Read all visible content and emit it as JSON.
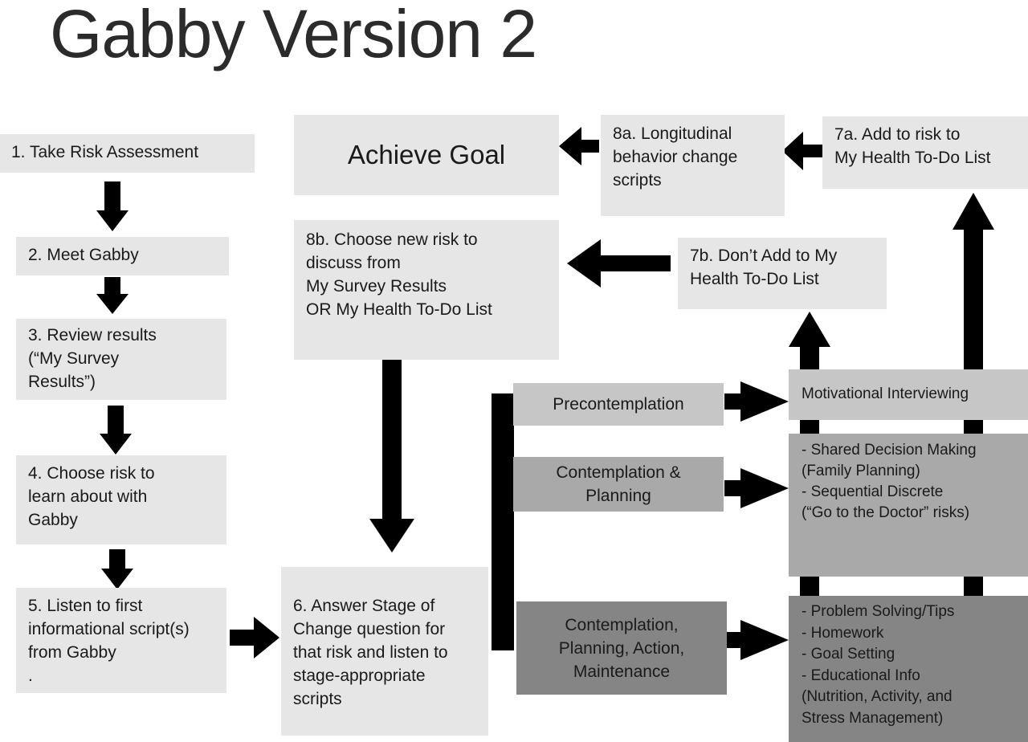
{
  "title": "Gabby Version 2",
  "steps": {
    "s1": "1. Take Risk Assessment",
    "s2": "2. Meet Gabby",
    "s3": "3. Review results\n (“My Survey\nResults”)",
    "s4": "4. Choose risk to\nlearn about  with\nGabby",
    "s5": "5. Listen to first\ninformational script(s)\nfrom Gabby\n.",
    "s6": "6. Answer Stage of\nChange question for\nthat risk and listen to\nstage-appropriate\nscripts",
    "s7a": "7a. Add to risk to\nMy Health To-Do List",
    "s7b": "7b. Don’t Add to My\nHealth To-Do List",
    "s8a": "8a. Longitudinal\nbehavior change\nscripts",
    "s8b": "8b. Choose new risk to\ndiscuss from\nMy Survey Results\nOR My Health To-Do List",
    "goal": "Achieve Goal"
  },
  "stages": {
    "precontemplation": "Precontemplation",
    "contemplation_planning": "Contemplation &\nPlanning",
    "cpam": "Contemplation,\nPlanning, Action,\nMaintenance"
  },
  "interventions": {
    "mi": "Motivational Interviewing",
    "sdm": "- Shared Decision Making\n(Family Planning)\n- Sequential Discrete\n(“Go to the Doctor” risks)",
    "ps": "- Problem Solving/Tips\n- Homework\n- Goal Setting\n- Educational Info\n(Nutrition, Activity, and\nStress Management)"
  },
  "colors": {
    "light": "#e6e6e6",
    "stage_light": "#c6c6c6",
    "stage_mid": "#a9a9a9",
    "stage_dark": "#858585",
    "arrow": "#000000"
  }
}
